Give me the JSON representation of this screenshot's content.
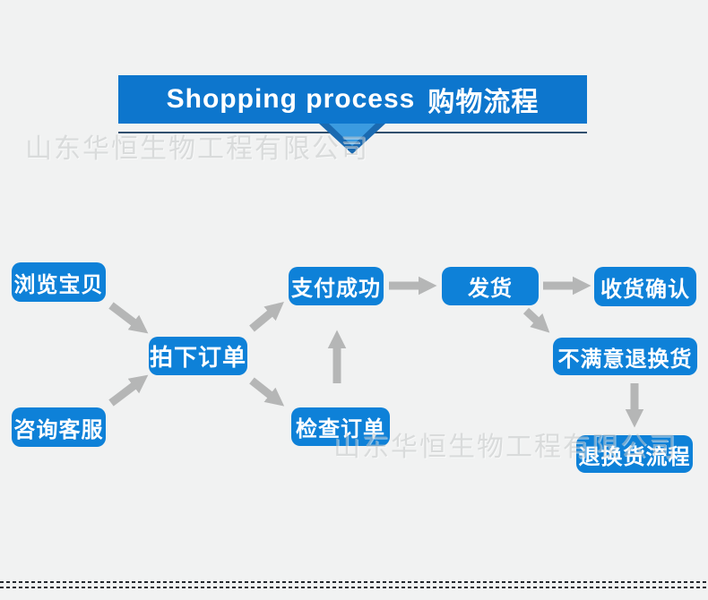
{
  "page": {
    "background_color": "#f1f2f2"
  },
  "banner": {
    "title_en": "Shopping process",
    "title_zh": "购物流程",
    "background_color": "#0d76cd",
    "text_color": "#ffffff",
    "underline_color": "#31506e",
    "ribbon_color": "#1a6ab1"
  },
  "watermark": {
    "text": "山东华恒生物工程有限公司"
  },
  "flowchart": {
    "node_color": "#0e81d8",
    "node_text_color": "#ffffff",
    "arrow_color": "#b5b6b6",
    "nodes": [
      {
        "id": "browse-items",
        "label": "浏览宝贝"
      },
      {
        "id": "consult-service",
        "label": "咨询客服"
      },
      {
        "id": "place-order",
        "label": "拍下订单"
      },
      {
        "id": "payment-success",
        "label": "支付成功"
      },
      {
        "id": "check-order",
        "label": "检查订单"
      },
      {
        "id": "ship-goods",
        "label": "发货"
      },
      {
        "id": "confirm-receipt",
        "label": "收货确认"
      },
      {
        "id": "unsatisfied-return",
        "label": "不满意退换货"
      },
      {
        "id": "return-process",
        "label": "退换货流程"
      }
    ],
    "edges": [
      {
        "from": "browse-items",
        "to": "place-order"
      },
      {
        "from": "consult-service",
        "to": "place-order"
      },
      {
        "from": "place-order",
        "to": "payment-success"
      },
      {
        "from": "place-order",
        "to": "check-order"
      },
      {
        "from": "check-order",
        "to": "payment-success"
      },
      {
        "from": "payment-success",
        "to": "ship-goods"
      },
      {
        "from": "ship-goods",
        "to": "confirm-receipt"
      },
      {
        "from": "ship-goods",
        "to": "unsatisfied-return"
      },
      {
        "from": "unsatisfied-return",
        "to": "return-process"
      }
    ]
  }
}
